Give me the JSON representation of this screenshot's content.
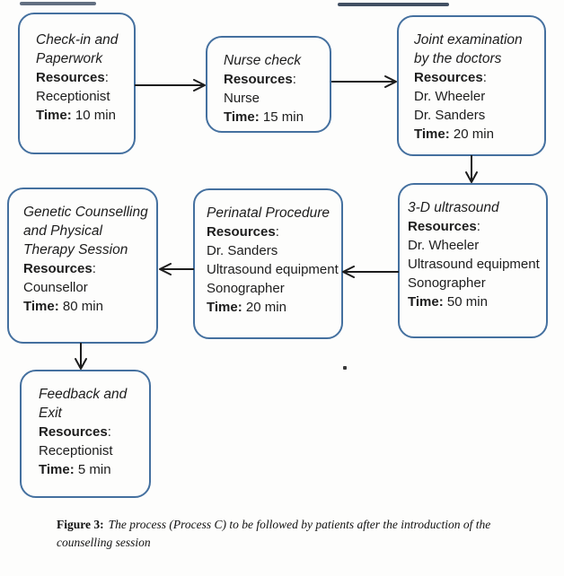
{
  "colors": {
    "box_border": "#44709f",
    "arrow": "#1c1c1c",
    "text": "#1d1d1d",
    "background": "#fdfdfc"
  },
  "labels": {
    "resources": "Resources",
    "colon": ":",
    "time": "Time:"
  },
  "diagram": {
    "nodes": [
      {
        "title": "Check-in and\nPaperwork",
        "resources": [
          "Receptionist"
        ],
        "time": "10 min"
      },
      {
        "title": "Nurse check",
        "resources": [
          "Nurse"
        ],
        "time": "15 min"
      },
      {
        "title": "Joint examination\nby the doctors",
        "resources": [
          "Dr. Wheeler",
          "Dr. Sanders"
        ],
        "time": "20 min"
      },
      {
        "title": "3-D ultrasound",
        "resources": [
          "Dr. Wheeler",
          "Ultrasound equipment",
          "Sonographer"
        ],
        "time": "50 min"
      },
      {
        "title": "Perinatal Procedure",
        "resources": [
          "Dr. Sanders",
          "Ultrasound equipment",
          "Sonographer"
        ],
        "time": "20 min"
      },
      {
        "title": "Genetic Counselling\nand Physical\nTherapy Session",
        "resources": [
          "Counsellor"
        ],
        "time": "80 min"
      },
      {
        "title": "Feedback and\nExit",
        "resources": [
          "Receptionist"
        ],
        "time": "5 min"
      }
    ]
  },
  "caption": {
    "label": "Figure 3:",
    "text": "The process (Process C) to be followed by patients after the introduction of the\ncounselling session"
  }
}
